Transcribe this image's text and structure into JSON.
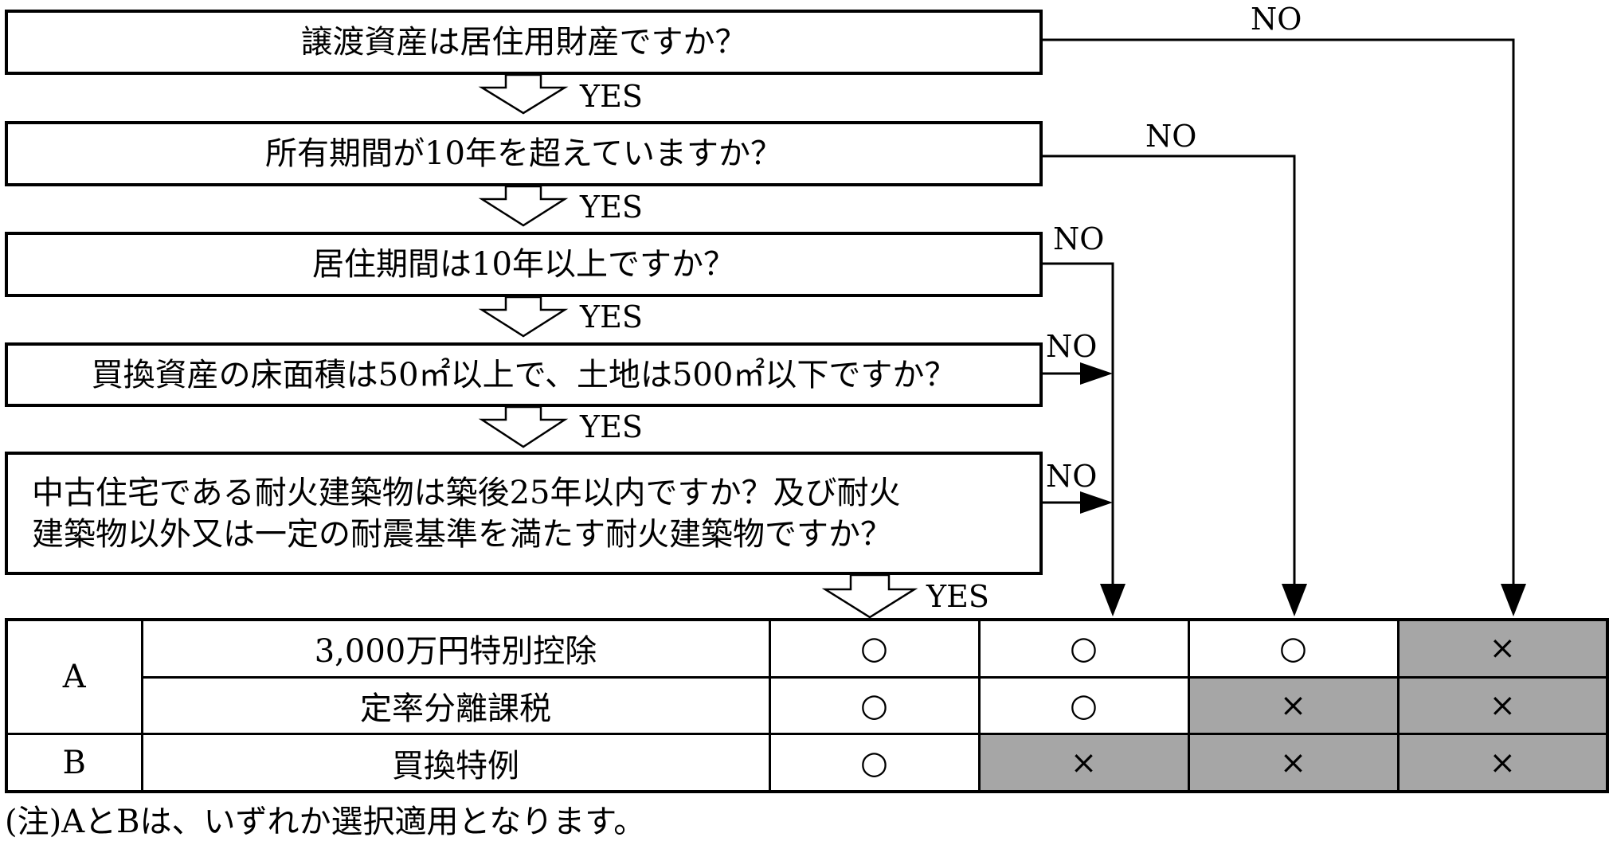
{
  "questions": [
    "譲渡資産は居住用財産ですか？",
    "所有期間が10年を超えていますか？",
    "居住期間は10年以上ですか？",
    "買換資産の床面積は50㎡以上で、土地は500㎡以下ですか？",
    "中古住宅である耐火建築物は築後25年以内ですか？及び耐火",
    "建築物以外又は一定の耐震基準を満たす耐火建築物ですか？"
  ],
  "yes_label": "YES",
  "no_label": "NO",
  "table": {
    "group_a": "A",
    "group_b": "B",
    "rows": [
      {
        "label": "3,000万円特別控除",
        "cells": [
          "○",
          "○",
          "○",
          "×"
        ]
      },
      {
        "label": "定率分離課税",
        "cells": [
          "○",
          "○",
          "×",
          "×"
        ]
      },
      {
        "label": "買換特例",
        "cells": [
          "○",
          "×",
          "×",
          "×"
        ]
      }
    ]
  },
  "note": "(注)AとBは、いずれか選択適用となります。",
  "colors": {
    "line": "#000000",
    "shade": "#a6a6a6",
    "background": "#ffffff"
  }
}
